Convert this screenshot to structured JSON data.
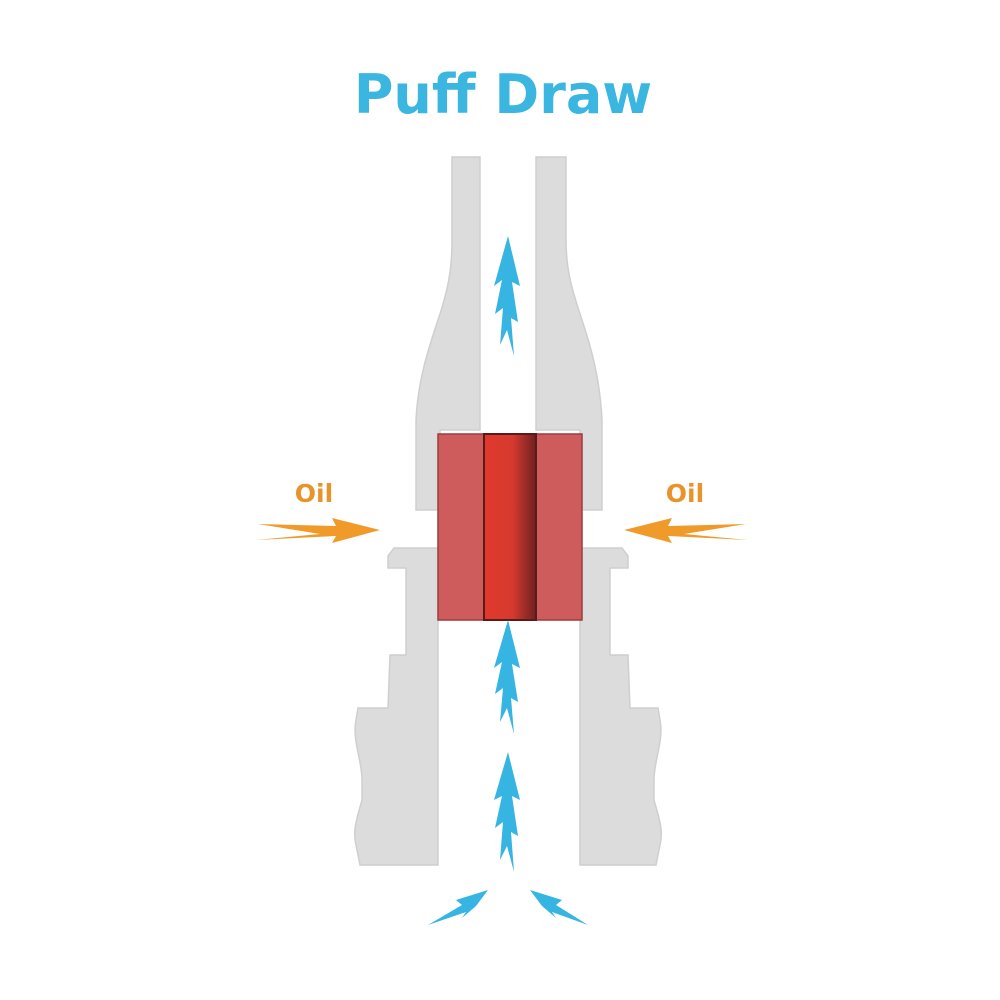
{
  "title": "Puff Draw",
  "labels": {
    "oil_left": "Oil",
    "oil_right": "Oil"
  },
  "colors": {
    "title": "#3bb6e0",
    "air_arrow": "#36b4e2",
    "oil_arrow": "#f09a2a",
    "oil_text": "#e8942a",
    "body": "#dcdcdc",
    "body_stroke": "#cfcfcf",
    "coil_outer": "#cf5c5c",
    "coil_core": "#df3a2e",
    "coil_core_dark": "#6e2020"
  }
}
